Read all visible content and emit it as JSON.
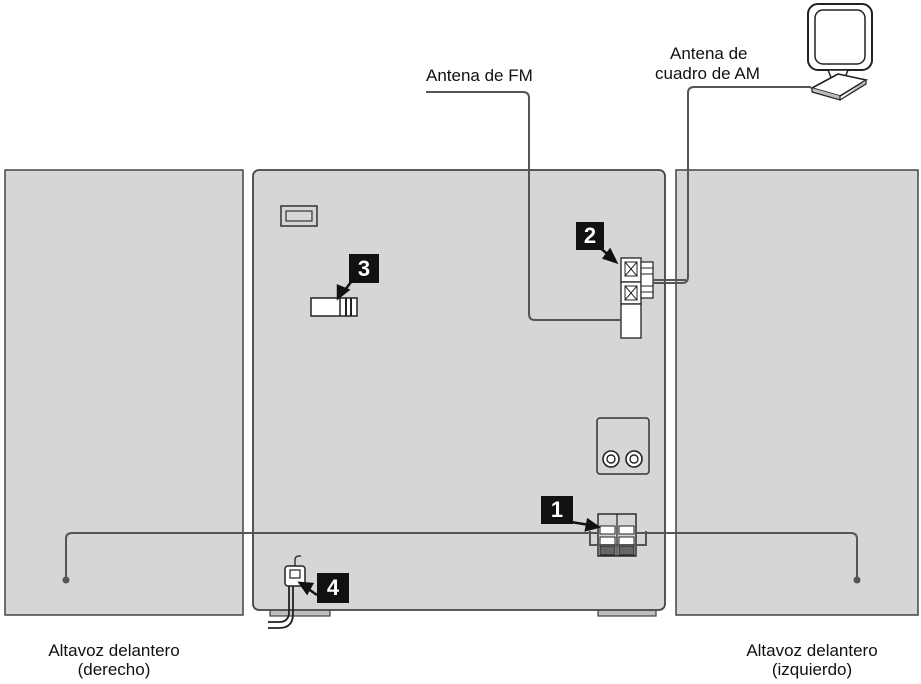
{
  "labels": {
    "fm_antenna": "Antena de FM",
    "am_antenna_line1": "Antena de",
    "am_antenna_line2": "cuadro  de AM",
    "right_speaker_line1": "Altavoz delantero",
    "right_speaker_line2": "(derecho)",
    "left_speaker_line1": "Altavoz delantero",
    "left_speaker_line2": "(izquierdo)"
  },
  "steps": [
    "1",
    "2",
    "3",
    "4"
  ],
  "colors": {
    "panel": "#d6d6d6",
    "panel_dark": "#bdbdbd",
    "line": "#555555",
    "badge": "#111111"
  }
}
